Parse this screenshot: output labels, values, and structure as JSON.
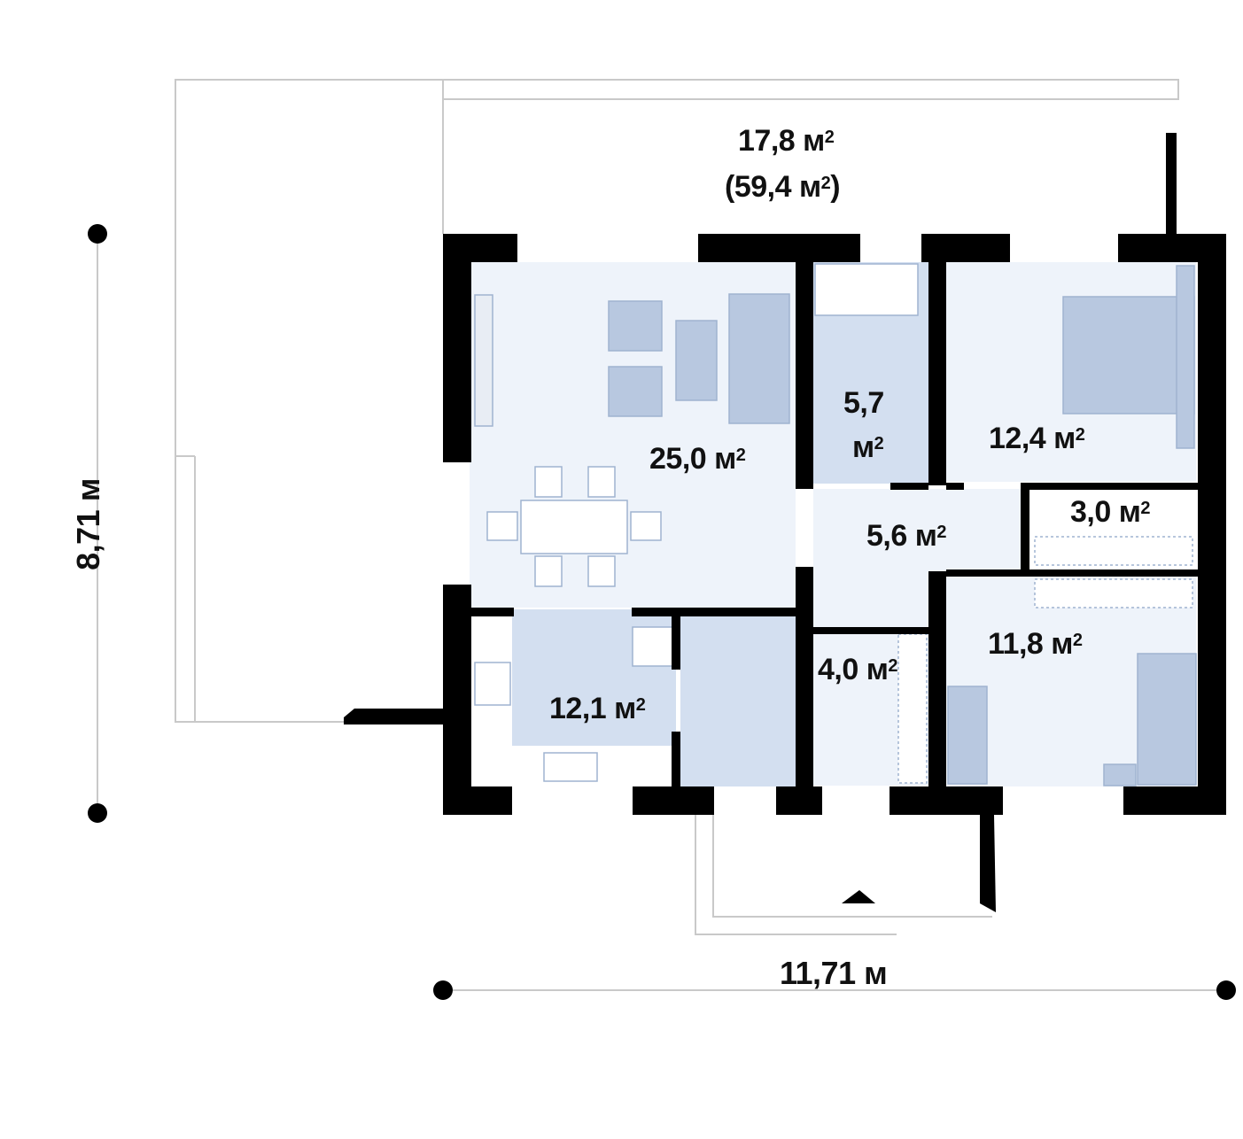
{
  "terrace": {
    "area_value": "17,8 м",
    "total_value": "(59,4 м",
    "total_close": ")",
    "sup": "2"
  },
  "dimensions": {
    "width": "11,71 м",
    "depth": "8,71 м"
  },
  "rooms": [
    {
      "id": "living",
      "value": "25,0 м",
      "sup": "2"
    },
    {
      "id": "bathroom",
      "value_line1": "5,7",
      "value_line2": "м",
      "sup": "2"
    },
    {
      "id": "bedroom-1",
      "value": "12,4 м",
      "sup": "2"
    },
    {
      "id": "closet",
      "value": "3,0 м",
      "sup": "2"
    },
    {
      "id": "hall",
      "value": "5,6 м",
      "sup": "2"
    },
    {
      "id": "entry",
      "value": "4,0 м",
      "sup": "2"
    },
    {
      "id": "kitchen",
      "value": "12,1 м",
      "sup": "2"
    },
    {
      "id": "bedroom-2",
      "value": "11,8 м",
      "sup": "2"
    }
  ],
  "colors": {
    "wall": "#000000",
    "floor_light": "#eef3fa",
    "floor_mid": "#d3dff0",
    "furniture": "#b8c8e0",
    "outline": "#c9c9c9"
  }
}
